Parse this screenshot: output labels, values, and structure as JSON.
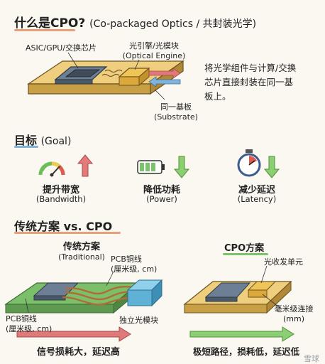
{
  "header": {
    "title_main": "什么是CPO?",
    "title_sub": "(Co-packaged Optics / 共封装光学)"
  },
  "overview": {
    "asic_label": "ASIC/GPU/交换芯片",
    "optical_label": "光引擎/光模块",
    "optical_label_en": "(Optical Engine)",
    "substrate_label": "同一基板",
    "substrate_label_en": "(Substrate)",
    "description_lines": [
      "将光学组件与计算/交换",
      "芯片直接封装在同一基",
      "板上。"
    ]
  },
  "goals": {
    "title": "目标",
    "title_en": "(Goal)",
    "items": [
      {
        "icon": "gauge-icon",
        "label": "提升带宽",
        "label_en": "(Bandwidth)",
        "arrow": "up"
      },
      {
        "icon": "battery-icon",
        "label": "降低功耗",
        "label_en": "(Power)",
        "arrow": "down"
      },
      {
        "icon": "stopwatch-icon",
        "label": "减少延迟",
        "label_en": "(Latency)",
        "arrow": "down"
      }
    ]
  },
  "comparison": {
    "title": "传统方案 vs. CPO",
    "traditional": {
      "title": "传统方案",
      "title_en": "(Traditional)",
      "pcb_top_label": "PCB铜线",
      "pcb_top_sub": "(厘米级, cm)",
      "pcb_left_label": "PCB铜线",
      "pcb_left_sub": "(厘米级, cm)",
      "module_label": "独立光模块",
      "conclusion": "信号损耗大，延迟高"
    },
    "cpo": {
      "title": "CPO方案",
      "transceiver_label": "光收发单元",
      "connection_label": "毫米级连接",
      "connection_sub": "(mm)",
      "conclusion": "极短路径，损耗低，延迟低"
    }
  },
  "watermark": "雪球"
}
